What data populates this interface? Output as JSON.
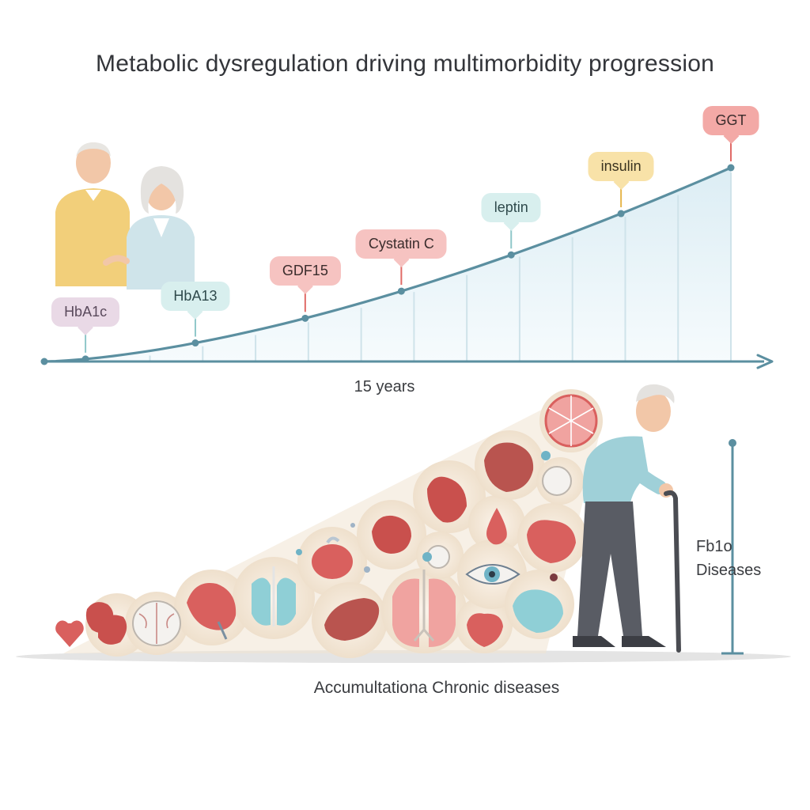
{
  "title": "Metabolic dysregulation driving multimorbidity progression",
  "timeline": {
    "x_label": "15 years",
    "markers": [
      {
        "label": "HbA1c",
        "progress": 0.06,
        "color": "#e9d9e6",
        "text_color": "#5a4a5c",
        "tail": "#8fc7c9"
      },
      {
        "label": "HbA13",
        "progress": 0.22,
        "color": "#d8efee",
        "text_color": "#2f4a4c",
        "tail": "#8fc7c9"
      },
      {
        "label": "GDF15",
        "progress": 0.38,
        "color": "#f6c3c1",
        "text_color": "#3a2c2c",
        "tail": "#e06b67"
      },
      {
        "label": "Cystatin C",
        "progress": 0.52,
        "color": "#f6c3c1",
        "text_color": "#3a2c2c",
        "tail": "#e06b67"
      },
      {
        "label": "leptin",
        "progress": 0.68,
        "color": "#d8efee",
        "text_color": "#2f4a4c",
        "tail": "#8fc7c9"
      },
      {
        "label": "insulin",
        "progress": 0.84,
        "color": "#f8e2a8",
        "text_color": "#3a3320",
        "tail": "#e6b64c"
      },
      {
        "label": "GGT",
        "progress": 1.0,
        "color": "#f3a9a6",
        "text_color": "#3a2c2c",
        "tail": "#e06b67"
      }
    ]
  },
  "bottom": {
    "caption": "Accumultationa Chronic diseases",
    "side_label_line1": "Fb1o",
    "side_label_line2": "Diseases"
  },
  "colors": {
    "axis": "#5b8fa0",
    "area": "#e8f4f8",
    "organ_red": "#d9605e",
    "organ_teal": "#8fcfd6",
    "circle_bg": "#f2e6d6"
  }
}
